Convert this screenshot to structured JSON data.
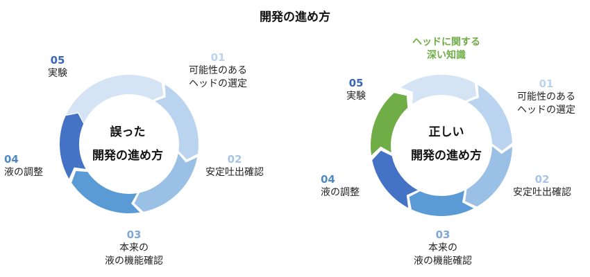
{
  "title": "開発の進め方",
  "colors": {
    "step01": "#d4e4f5",
    "step02": "#bad4ef",
    "step03": "#9bc0e6",
    "step04": "#5b9bd5",
    "step05": "#4472c4",
    "extra": "#70ad47",
    "num01": "#bcd3ee",
    "num02": "#a7c4e6",
    "num03": "#7ea8d8",
    "num04": "#4e8ac6",
    "num05": "#3a66b5"
  },
  "left": {
    "center_line1": "誤った",
    "center_line2": "開発の進め方",
    "steps": [
      {
        "num": "01",
        "line1": "可能性のある",
        "line2": "ヘッドの選定"
      },
      {
        "num": "02",
        "line1": "安定吐出確認",
        "line2": ""
      },
      {
        "num": "03",
        "line1": "本来の",
        "line2": "液の機能確認"
      },
      {
        "num": "04",
        "line1": "液の調整",
        "line2": ""
      },
      {
        "num": "05",
        "line1": "実験",
        "line2": ""
      }
    ]
  },
  "right": {
    "center_line1": "正しい",
    "center_line2": "開発の進め方",
    "extra_line1": "ヘッドに関する",
    "extra_line2": "深い知識",
    "steps": [
      {
        "num": "01",
        "line1": "可能性のある",
        "line2": "ヘッドの選定"
      },
      {
        "num": "02",
        "line1": "安定吐出確認",
        "line2": ""
      },
      {
        "num": "03",
        "line1": "本来の",
        "line2": "液の機能確認"
      },
      {
        "num": "04",
        "line1": "液の調整",
        "line2": ""
      },
      {
        "num": "05",
        "line1": "実験",
        "line2": ""
      }
    ]
  }
}
